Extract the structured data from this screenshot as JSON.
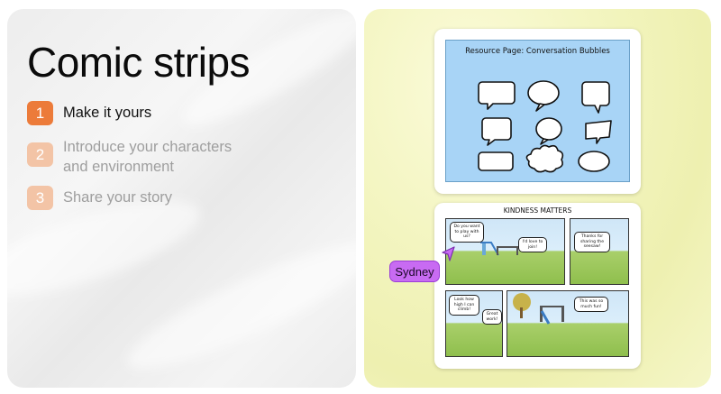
{
  "title": "Comic strips",
  "steps": [
    {
      "number": "1",
      "label": "Make it yours",
      "state": "active"
    },
    {
      "number": "2",
      "label": "Introduce your characters and environment",
      "state": "inactive"
    },
    {
      "number": "3",
      "label": "Share your story",
      "state": "inactive"
    }
  ],
  "colors": {
    "accent": "#ec7b3a",
    "accent_muted": "#f3c4a6",
    "cursor": "#c86bf2",
    "bubble_page_bg": "#a8d4f6"
  },
  "resource_page": {
    "title": "Resource Page:  Conversation Bubbles"
  },
  "comic": {
    "title": "KINDNESS MATTERS",
    "panels": [
      {
        "bubbles": [
          "Do you want to play with us?",
          "I'd love to join!"
        ]
      },
      {
        "bubbles": [
          "Thanks for sharing the seesaw!"
        ]
      },
      {
        "bubbles": [
          "Look how high I can climb!",
          "Great work!"
        ]
      },
      {
        "bubbles": [
          "This was so much fun!"
        ]
      }
    ]
  },
  "collaborator": {
    "name": "Sydney"
  }
}
